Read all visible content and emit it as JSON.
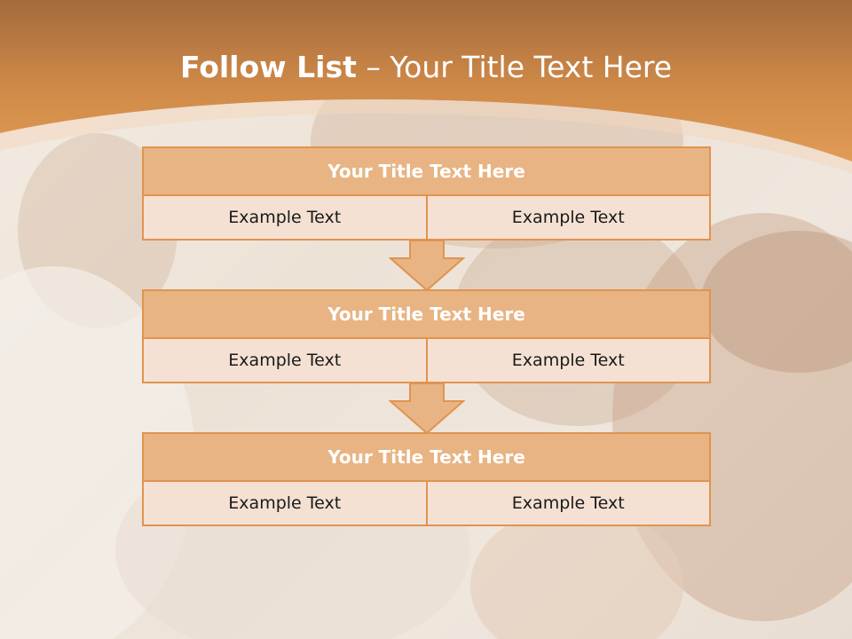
{
  "slide": {
    "title_bold": "Follow List",
    "title_rest": " – Your Title Text Here"
  },
  "blocks": [
    {
      "title": "Your Title Text Here",
      "cells": [
        "Example Text",
        "Example Text"
      ]
    },
    {
      "title": "Your Title Text Here",
      "cells": [
        "Example Text",
        "Example Text"
      ]
    },
    {
      "title": "Your Title Text Here",
      "cells": [
        "Example Text",
        "Example Text"
      ]
    }
  ],
  "colors": {
    "header_orange": "#d9914c",
    "box_border": "#e0944f",
    "box_title_fill": "#e8b483",
    "box_cell_fill": "#f5e1d3"
  }
}
